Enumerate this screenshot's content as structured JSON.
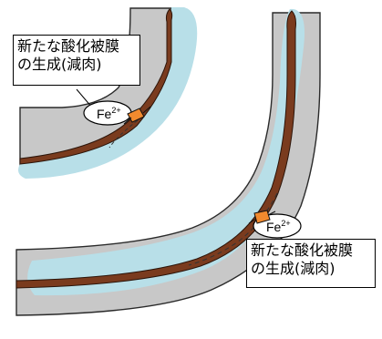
{
  "colors": {
    "pipe": "#c8c8c8",
    "pipe_outline": "#2a2a2a",
    "water": "#b8dfe8",
    "oxide": "#7a3b1e",
    "oxide_outline": "#2b1409",
    "fe_node": "#f28a2e"
  },
  "labels": {
    "top_callout": {
      "line1": "新たな酸化被膜",
      "line2": "の生成(減肉)"
    },
    "bottom_callout": {
      "line1": "新たな酸化被膜",
      "line2": "の生成(減肉)"
    },
    "ion_top": {
      "base": "Fe",
      "sup": "2+"
    },
    "ion_bottom": {
      "base": "Fe",
      "sup": "2+"
    }
  }
}
